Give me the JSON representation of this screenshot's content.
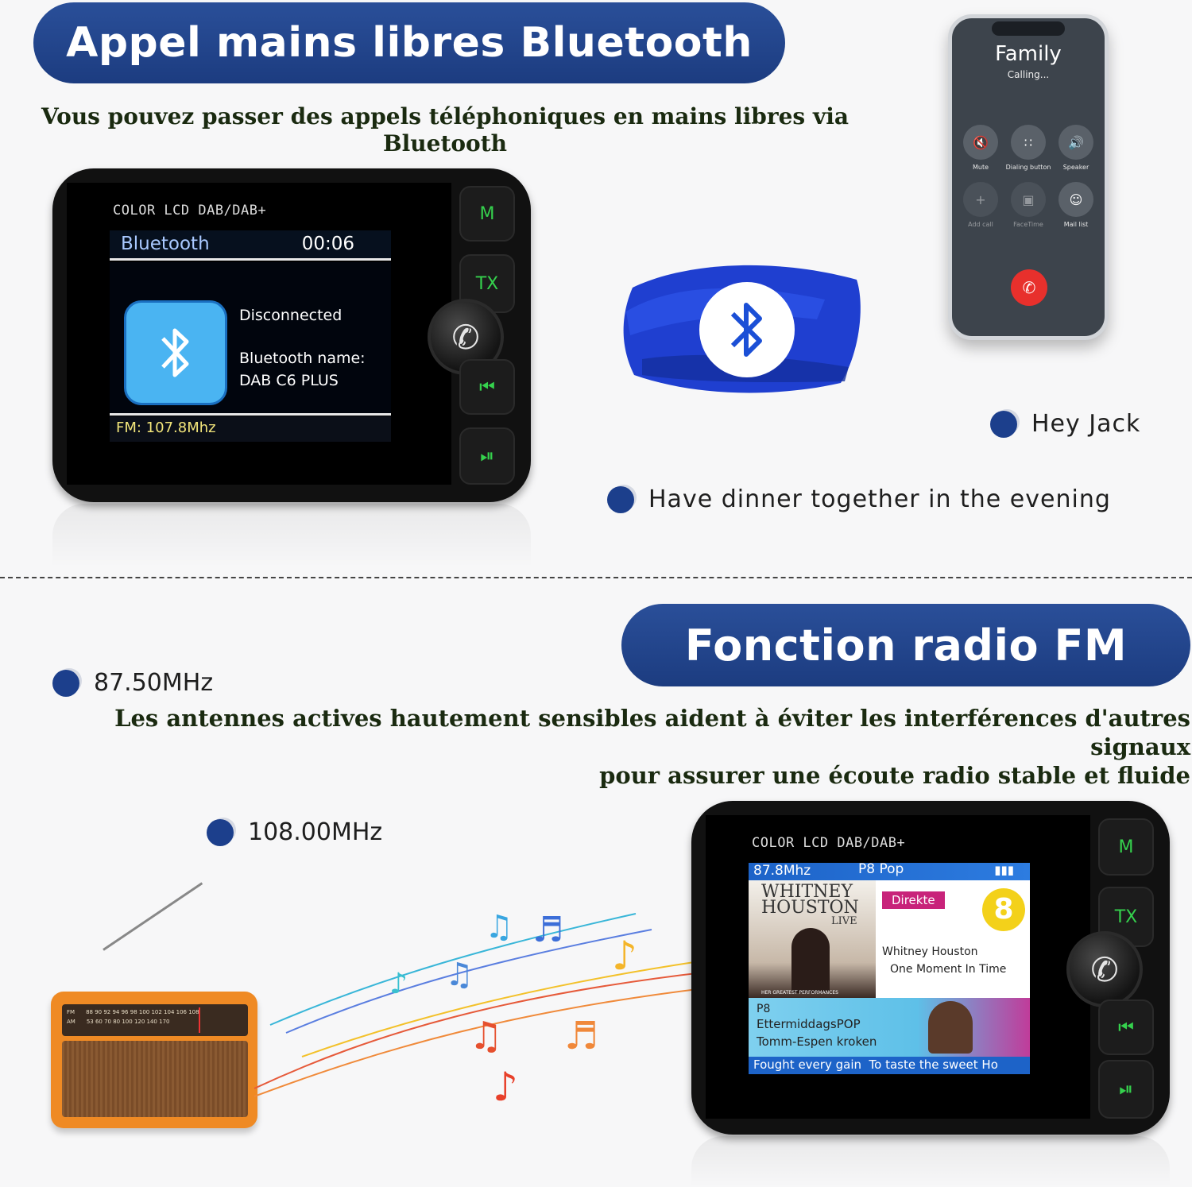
{
  "top": {
    "title": "Appel mains libres Bluetooth",
    "subtitle": "Vous pouvez passer des appels téléphoniques en mains libres via Bluetooth",
    "device": {
      "header": "COLOR LCD DAB/DAB+",
      "mode": "Bluetooth",
      "time": "00:06",
      "status": "Disconnected",
      "name_label": "Bluetooth name:",
      "name_value": "DAB C6 PLUS",
      "fm": "FM: 107.8Mhz",
      "btn_m": "M",
      "btn_tx": "TX"
    },
    "phone": {
      "caller": "Family",
      "status": "Calling...",
      "buttons": [
        "Mute",
        "Dialing button",
        "Speaker",
        "Add call",
        "FaceTime",
        "Mail list"
      ]
    },
    "bullets": [
      "Hey Jack",
      "Have dinner together in the evening"
    ]
  },
  "bottom": {
    "title": "Fonction radio FM",
    "freq_low": "87.50MHz",
    "freq_high": "108.00MHz",
    "subtitle_line1": "Les antennes actives hautement sensibles aident à éviter les interférences d'autres signaux",
    "subtitle_line2": "pour assurer une écoute radio stable et fluide",
    "device": {
      "header": "COLOR LCD DAB/DAB+",
      "freq": "87.8Mhz",
      "station": "P8 Pop",
      "album_line1": "WHITNEY",
      "album_line2": "HOUSTON",
      "album_line3": "LIVE",
      "album_footer": "HER GREATEST PERFORMANCES",
      "badge": "Direkte",
      "channel": "8",
      "artist": "Whitney Houston",
      "song": "One Moment In Time",
      "show1": "P8",
      "show2": "EttermiddagsPOP",
      "show3": "Tomm-Espen kroken",
      "ticker": "Fought every gain  To taste the sweet Ho",
      "btn_m": "M",
      "btn_tx": "TX"
    },
    "radio": {
      "scale_fm": "88 90 92 94 96 98 100 102 104 106 108",
      "scale_am": "53 60 70 80 100 120 140 170",
      "band_fm": "FM",
      "band_am": "AM"
    }
  },
  "colors": {
    "accent": "#1f3f87",
    "lcd_green": "#35d14d",
    "bt_blue": "#1b4fd6"
  }
}
